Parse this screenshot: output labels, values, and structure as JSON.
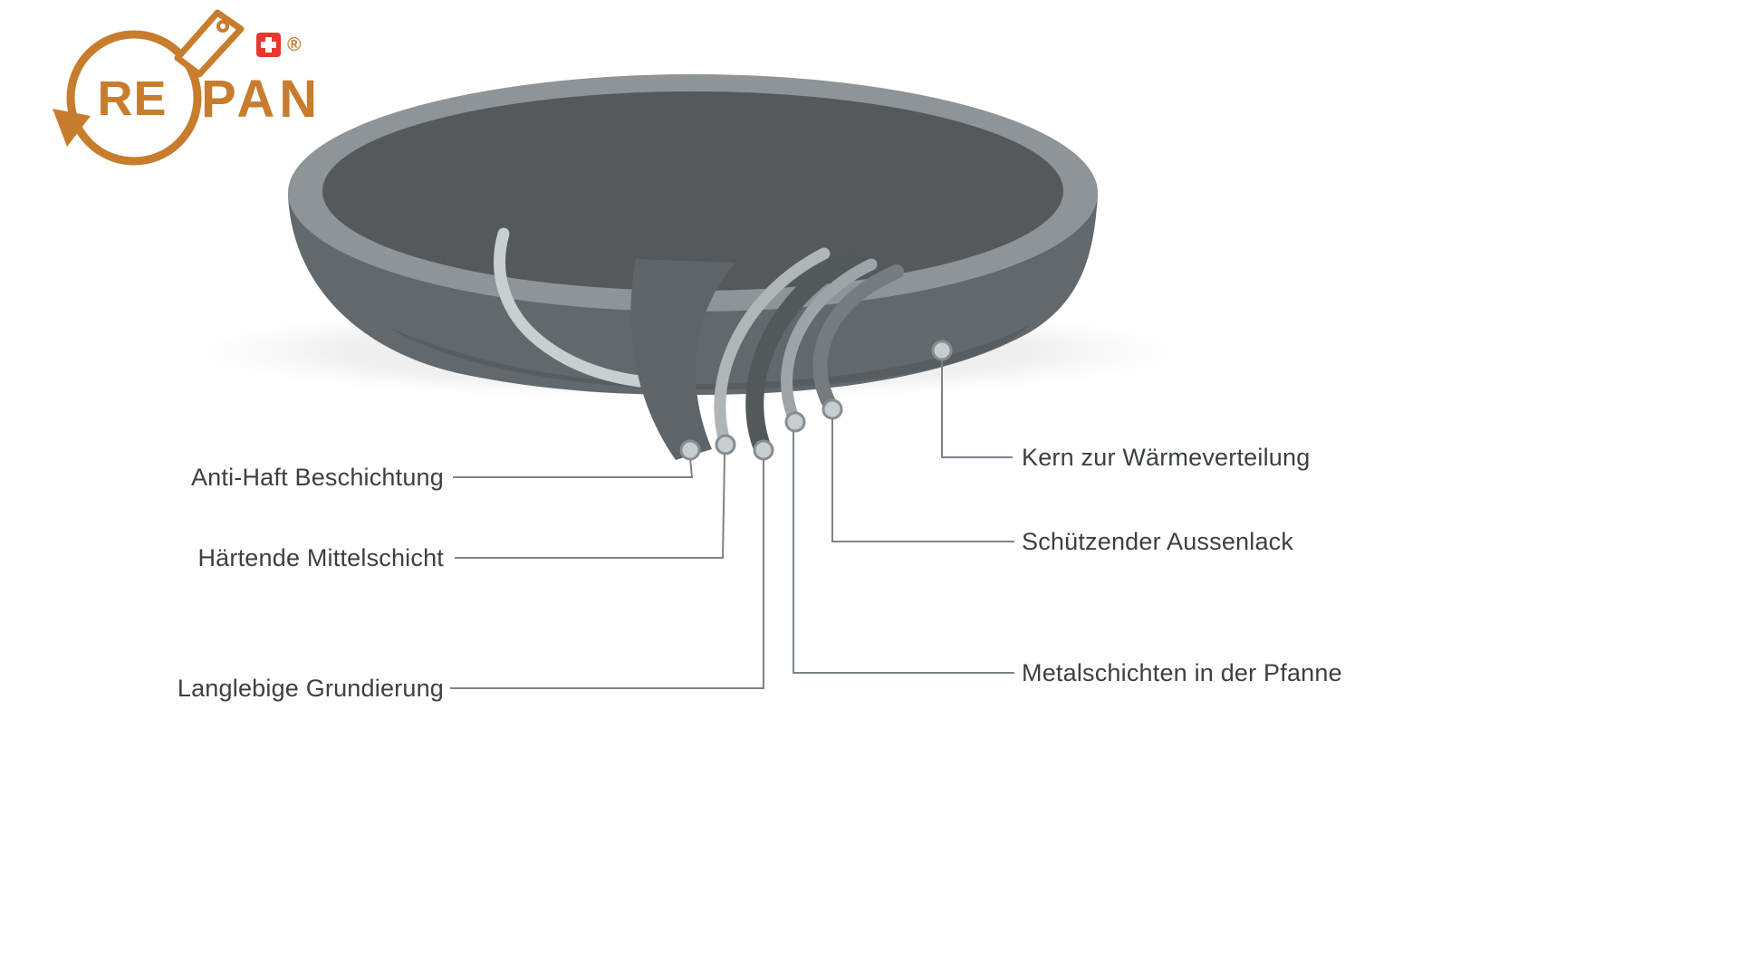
{
  "brand": {
    "name_left": "RE",
    "name_right": "PAN",
    "registered": "®",
    "accent_color": "#c77d2d",
    "flag_color": "#e8362d",
    "logo_icon": "pan-recycle-icon",
    "flag_icon": "swiss-flag-icon"
  },
  "diagram": {
    "labels_left": [
      "Anti-Haft Beschichtung",
      "Härtende Mittelschicht",
      "Langlebige Grundierung"
    ],
    "labels_right": [
      "Kern zur Wärmeverteilung",
      "Schützender Aussenlack",
      "Metalschichten in der Pfanne"
    ],
    "line_color": "#7d8387"
  }
}
